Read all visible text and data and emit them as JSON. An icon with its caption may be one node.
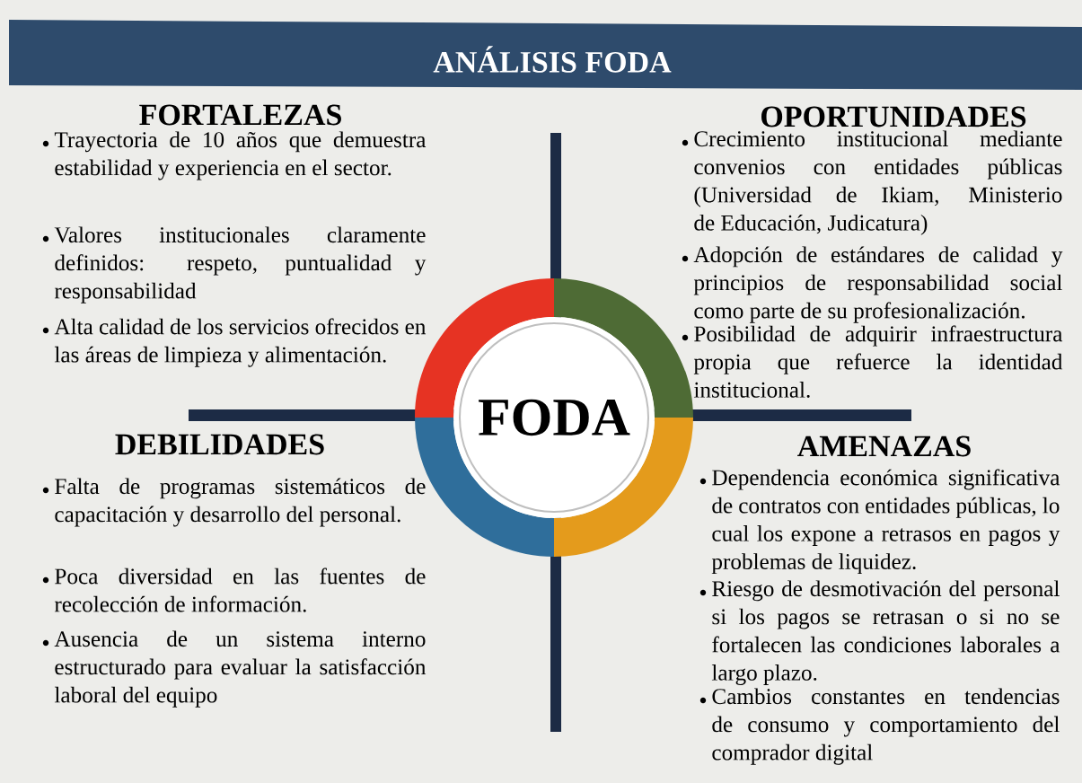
{
  "diagram": {
    "title": "ANÁLISIS FODA",
    "nodes": [
      {
        "text": [
          "FODA"
        ]
      }
    ],
    "labels": [
      "FORTALEZAS",
      "Trayectoria de 10 años que demuestra estabilidad y experiencia en el sector.",
      "Valores institucionales claramente definidos: respeto, puntualidad y responsabilidad",
      "Alta calidad de los servicios ofrecidos en las áreas de limpieza y alimentación.",
      "OPORTUNIDADES",
      "Crecimiento institucional mediante convenios con entidades públicas (Universidad de Ikiam, Ministerio de Educación, Judicatura)",
      "Adopción de estándares de calidad y principios de responsabilidad social como parte de su profesionalización.",
      "Posibilidad de adquirir infraestructura propia que refuerce la identidad institucional.",
      "DEBILIDADES",
      "Falta de programas sistemáticos de capacitación y desarrollo del personal.",
      "Poca diversidad en las fuentes de recolección de información.",
      "Ausencia de un sistema interno estructurado para evaluar la satisfacción laboral del equipo",
      "AMENAZAS",
      "Dependencia económica significativa de contratos con entidades públicas, lo cual los expone a retrasos en pagos y problemas de liquidez.",
      "Riesgo de desmotivación del personal si los pagos se retrasan o si no se fortalecen las condiciones laborales a largo plazo.",
      "Cambios constantes en tendencias de consumo y comportamiento del comprador digital"
    ]
  }
}
